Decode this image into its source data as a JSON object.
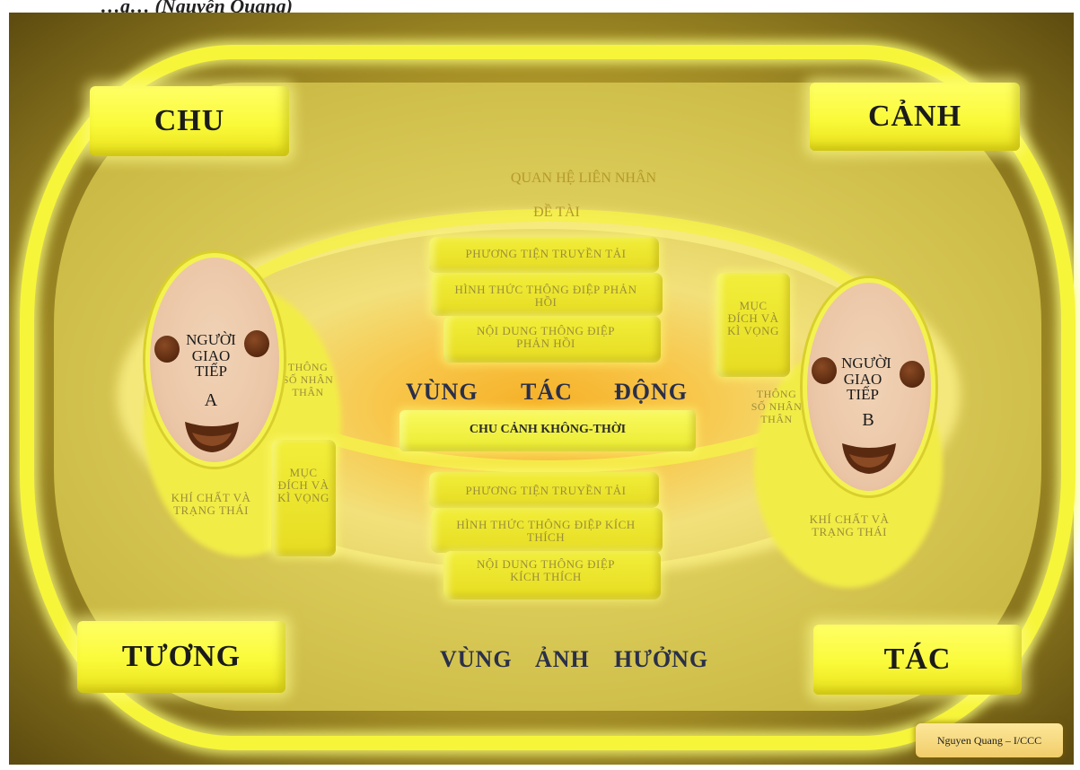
{
  "caption_fragment": "…g… (Nguyễn Quang)",
  "corners": {
    "top_left": "CHU",
    "top_right": "CẢNH",
    "bottom_left": "TƯƠNG",
    "bottom_right": "TÁC"
  },
  "outer_labels": {
    "interpersonal": "QUAN HỆ LIÊN NHÂN",
    "topic": "ĐỀ TÀI"
  },
  "upper_stack": {
    "line1": "PHƯƠNG TIỆN TRUYỀN TẢI",
    "line2": "HÌNH THỨC THÔNG ĐIỆP PHẢN HỒI",
    "line3": "NỘI DUNG THÔNG ĐIỆP PHẢN HỒI"
  },
  "lower_stack": {
    "line1": "PHƯƠNG TIỆN TRUYỀN TẢI",
    "line2": "HÌNH THỨC THÔNG ĐIỆP   KÍCH THÍCH",
    "line3": "NỘI DUNG THÔNG ĐIỆP KÍCH THÍCH"
  },
  "zones": {
    "impact": [
      "VÙNG",
      "TÁC",
      "ĐỘNG"
    ],
    "influence": [
      "VÙNG",
      "ẢNH",
      "HƯỞNG"
    ]
  },
  "center_bar": "CHU CẢNH KHÔNG-THỜI",
  "person_a": {
    "name_lines": [
      "NGƯỜI",
      "GIAO",
      "TIẾP"
    ],
    "letter": "A",
    "params": "THÔNG SỐ NHÂN THÂN",
    "purpose": "MỤC ĐÍCH VÀ KÌ VỌNG",
    "temperament": "KHÍ CHẤT VÀ TRẠNG THÁI"
  },
  "person_b": {
    "name_lines": [
      "NGƯỜI",
      "GIAO",
      "TIẾP"
    ],
    "letter": "B",
    "params": "THÔNG SỐ NHÂN THÂN",
    "purpose": "MỤC ĐÍCH VÀ KÌ VỌNG",
    "temperament": "KHÍ CHẤT VÀ TRẠNG THÁI"
  },
  "author": "Nguyen Quang – I/CCC",
  "colors": {
    "frame_dark": "#6b5a14",
    "glow_yellow": "#f7f53a",
    "inner_orange": "#f5b52a",
    "text_faded": "#a89a3c",
    "zone_text": "#2a2f4a",
    "skin": "#ebc6a6",
    "eye_brown": "#5a2a10"
  }
}
